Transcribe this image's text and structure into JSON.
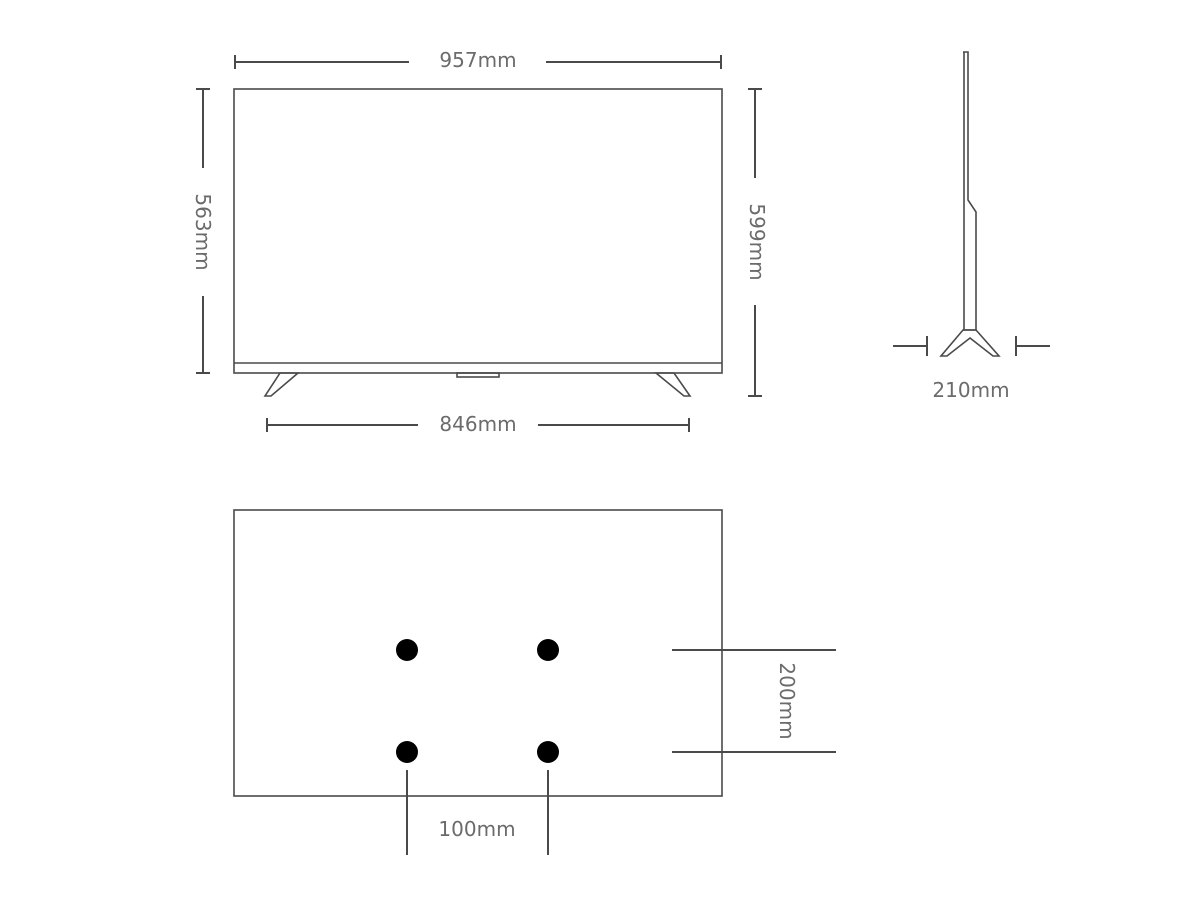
{
  "front_view": {
    "width_label": "957mm",
    "stand_span_label": "846mm",
    "screen_height_label": "563mm",
    "overall_height_label": "599mm"
  },
  "side_view": {
    "depth_label": "210mm"
  },
  "rear_view": {
    "vesa_vertical_label": "200mm",
    "vesa_horizontal_label": "100mm"
  },
  "colors": {
    "line": "#4a4a4a",
    "text": "#6b6b6b",
    "mount_hole": "#000000",
    "background": "#ffffff"
  }
}
